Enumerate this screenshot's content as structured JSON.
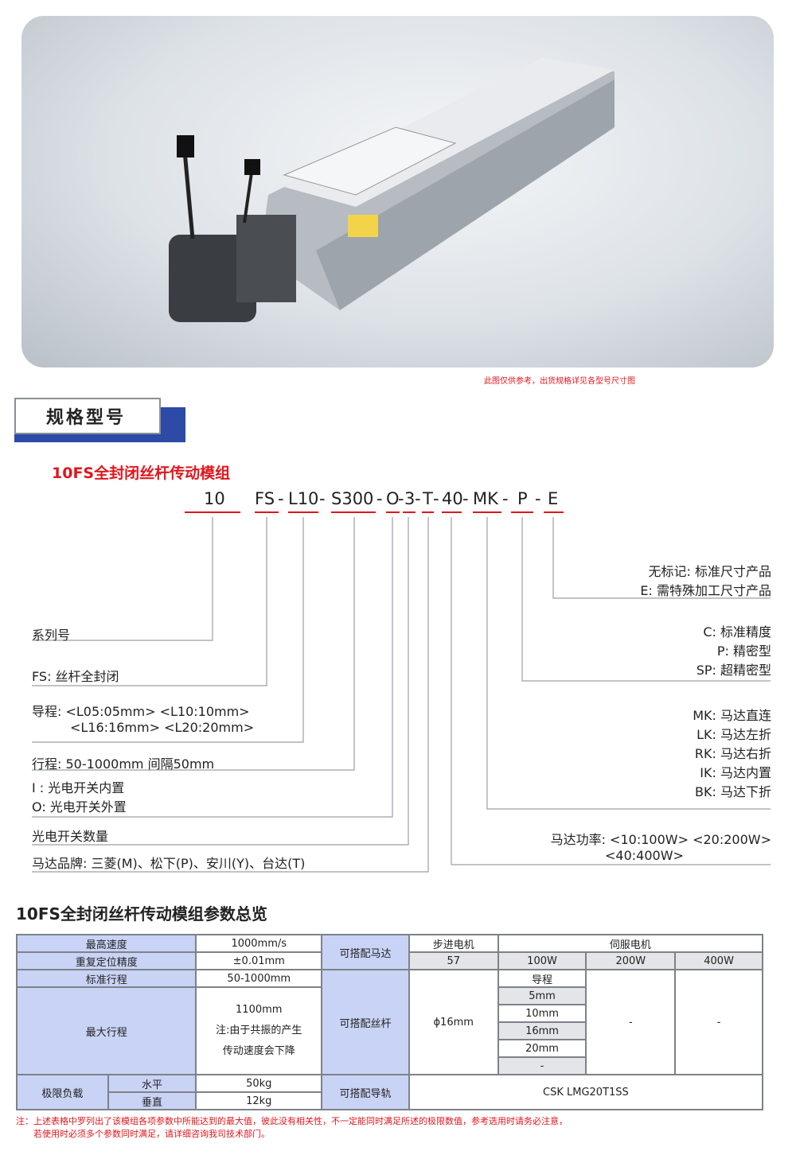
{
  "photo": {
    "caption": "此图仅供参考，出货规格详见各型号尺寸图"
  },
  "section": {
    "title": "规格型号"
  },
  "model": {
    "name": "10FS全封闭丝杆传动模组",
    "code": [
      "10",
      "FS",
      "-",
      "L10",
      "-",
      "S300",
      "-",
      "O",
      "-",
      "3",
      "-",
      "T",
      "-",
      "40",
      "-",
      "MK",
      "-",
      "P",
      "-",
      "E"
    ]
  },
  "left_labels": {
    "series": "系列号",
    "fs": "FS: 丝杆全封闭",
    "lead1": "导程: <L05:05mm> <L10:10mm>",
    "lead2": "<L16:16mm> <L20:20mm>",
    "stroke": "行程: 50-1000mm    间隔50mm",
    "sensor_in": "I : 光电开关内置",
    "sensor_out": "O: 光电开关外置",
    "sensor_count": "光电开关数量",
    "brand": "马达品牌: 三菱(M)、松下(P)、安川(Y)、台达(T)"
  },
  "right_labels": {
    "e1": "无标记: 标准尺寸产品",
    "e2": "E: 需特殊加工尺寸产品",
    "p1": "C: 标准精度",
    "p2": "P: 精密型",
    "p3": "SP: 超精密型",
    "m1": "MK: 马达直连",
    "m2": "LK: 马达左折",
    "m3": "RK: 马达右折",
    "m4": "IK: 马达内置",
    "m5": "BK: 马达下折",
    "power1": "马达功率: <10:100W> <20:200W>",
    "power2": "<40:400W>"
  },
  "table": {
    "title": "10FS全封闭丝杆传动模组参数总览",
    "max_speed": "最高速度",
    "max_speed_v": "1000mm/s",
    "repeat": "重复定位精度",
    "repeat_v": "±0.01mm",
    "std_stroke": "标准行程",
    "std_stroke_v": "50-1000mm",
    "max_stroke": "最大行程",
    "max_stroke_v1": "1100mm",
    "max_stroke_v2": "注:由于共振的产生",
    "max_stroke_v3": "传动速度会下降",
    "load": "极限负载",
    "horizontal": "水平",
    "horizontal_v": "50kg",
    "vertical": "垂直",
    "vertical_v": "12kg",
    "motor": "可搭配马达",
    "stepper": "步进电机",
    "servo": "伺服电机",
    "m57": "57",
    "w100": "100W",
    "w200": "200W",
    "w400": "400W",
    "screw": "可搭配丝杆",
    "screw_d": "ϕ16mm",
    "lead": "导程",
    "l5": "5mm",
    "l10": "10mm",
    "l16": "16mm",
    "l20": "20mm",
    "dash": "-",
    "guide": "可搭配导轨",
    "guide_v": "CSK LMG20T1SS"
  },
  "note": {
    "line1": "注：上述表格中罗列出了该模组各项参数中所能达到的最大值，彼此没有相关性，不一定能同时满足所述的极限数值，参考选用时请务必注意，",
    "line2": "若使用时必须多个参数同时满足，请详细咨询我司技术部门。"
  }
}
